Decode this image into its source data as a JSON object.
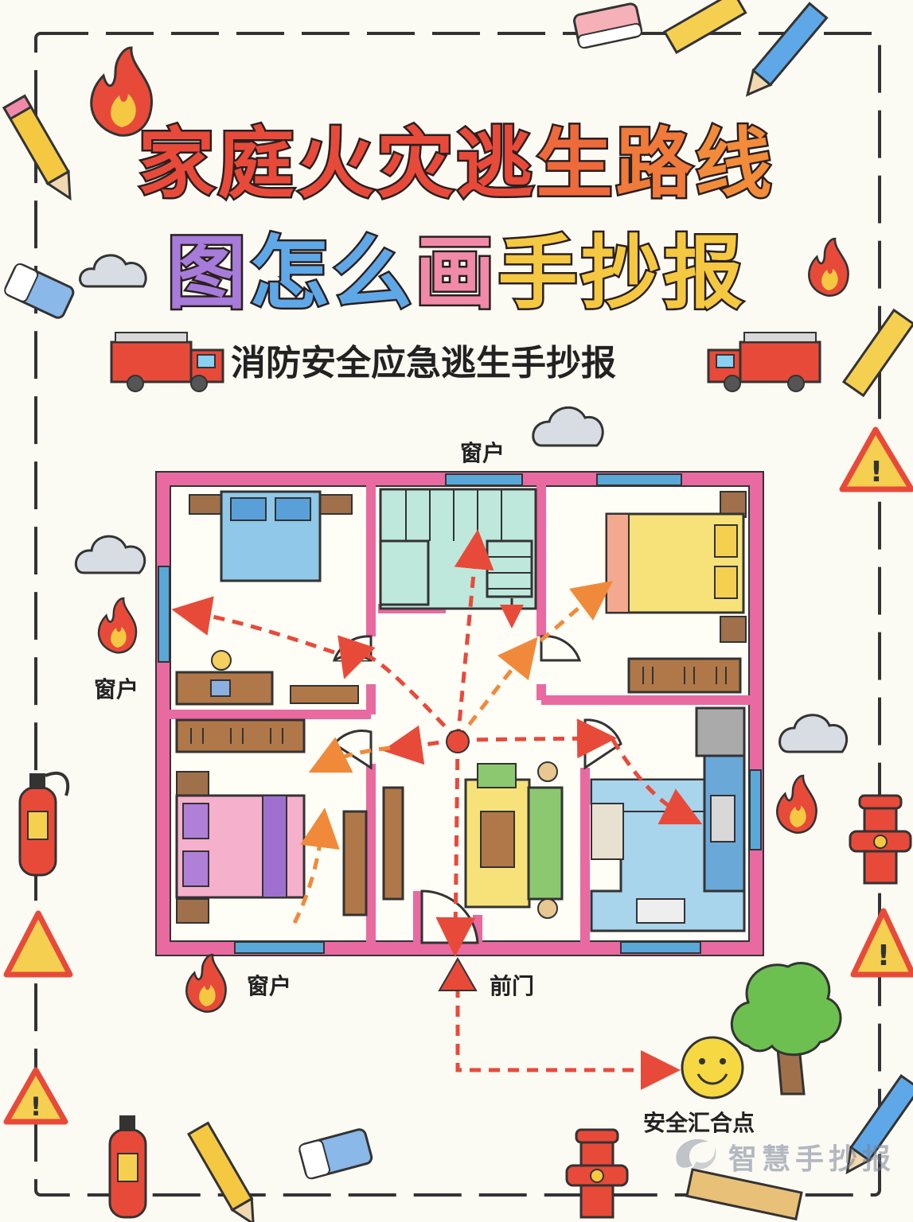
{
  "title": {
    "line1": [
      "家",
      "庭",
      "火",
      "灾",
      "逃",
      "生",
      "路",
      "线"
    ],
    "line2": [
      "图",
      "怎",
      "么",
      "画",
      "手",
      "抄",
      "报"
    ],
    "line1_colors": [
      "#e84a3a",
      "#e84a3a",
      "#e84a3a",
      "#e84a3a",
      "#e84a3a",
      "#ef6a3a",
      "#f07a3a",
      "#f28c3a"
    ],
    "line2_colors": [
      "#a77bd9",
      "#5fa8e8",
      "#5fa8e8",
      "#f08aa8",
      "#f5c842",
      "#f5c842",
      "#f5c842"
    ]
  },
  "subtitle": "消防安全应急逃生手抄报",
  "labels": {
    "window_top": "窗户",
    "window_left": "窗户",
    "window_bottom": "窗户",
    "front_door": "前门",
    "assembly_point": "安全汇合点"
  },
  "watermark": "智慧手抄报",
  "colors": {
    "wall": "#e86aa0",
    "window": "#5aa8d8",
    "route_red": "#e84a3a",
    "route_orange": "#f08a3a",
    "background": "#fbfaf3"
  },
  "icons": [
    "fire-icon",
    "pencil-icon",
    "eraser-icon",
    "ruler-icon",
    "cloud-icon",
    "fire-truck-icon",
    "warning-icon",
    "fire-extinguisher-icon",
    "fire-hydrant-icon",
    "tree-icon",
    "smiley-icon"
  ]
}
